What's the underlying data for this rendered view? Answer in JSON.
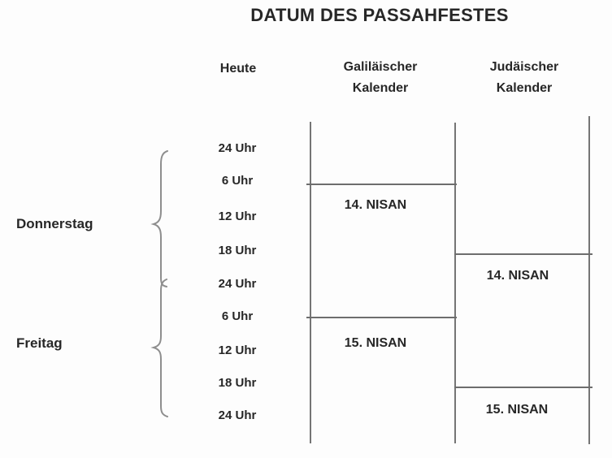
{
  "title": "DATUM DES PASSAHFESTES",
  "headers": {
    "today": "Heute",
    "galilean": {
      "line1": "Galiläischer",
      "line2": "Kalender"
    },
    "judean": {
      "line1": "Judäischer",
      "line2": "Kalender"
    }
  },
  "day_labels": {
    "thursday": "Donnerstag",
    "friday": "Freitag"
  },
  "time_labels": [
    "24 Uhr",
    "6 Uhr",
    "12 Uhr",
    "18 Uhr",
    "24 Uhr",
    "6 Uhr",
    "12 Uhr",
    "18 Uhr",
    "24 Uhr"
  ],
  "galilean_calendar": {
    "nisan_14": "14. NISAN",
    "nisan_15": "15. NISAN"
  },
  "judean_calendar": {
    "nisan_14": "14. NISAN",
    "nisan_15": "15. NISAN"
  },
  "colors": {
    "text": "#272727",
    "line": "#757575",
    "brace": "#8e8e8e",
    "background": "#fdfdfd"
  }
}
